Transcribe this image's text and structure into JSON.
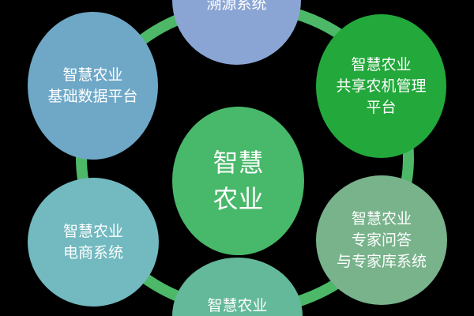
{
  "colors": {
    "ring": "#4cb868",
    "background": "#000000"
  },
  "center": {
    "lines": [
      "智慧",
      "农业"
    ]
  },
  "nodes": {
    "top": {
      "lines": [
        "溯源系统"
      ],
      "color": "#8aa5d4"
    },
    "top_left": {
      "lines": [
        "智慧农业",
        "基础数据平台"
      ],
      "color": "#6fa8c7"
    },
    "top_right": {
      "lines": [
        "智慧农业",
        "共享农机管理",
        "平台"
      ],
      "color": "#23a83b"
    },
    "bottom_left": {
      "lines": [
        "智慧农业",
        "电商系统"
      ],
      "color": "#72b9c0"
    },
    "bottom_right": {
      "lines": [
        "智慧农业",
        "专家问答",
        "与专家库系统"
      ],
      "color": "#78b38b"
    },
    "bottom": {
      "lines": [
        "智慧农业"
      ],
      "color": "#63b99a"
    }
  }
}
